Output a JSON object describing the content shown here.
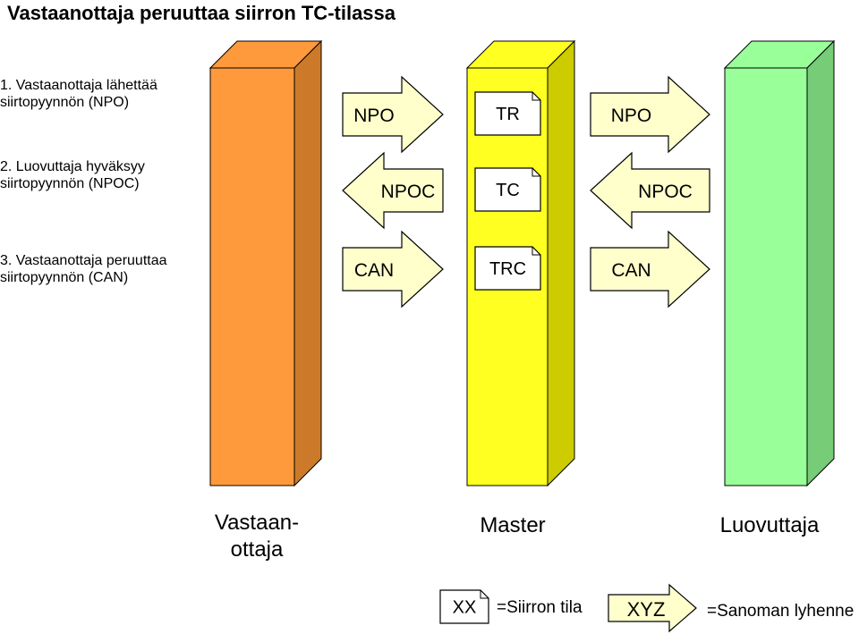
{
  "title": "Vastaanottaja peruuttaa siirron TC-tilassa",
  "steps": [
    {
      "line1": "1. Vastaanottaja lähettää",
      "line2": "siirtopyynnön (NPO)"
    },
    {
      "line1": "2. Luovuttaja hyväksyy",
      "line2": "siirtopyynnön (NPOC)"
    },
    {
      "line1": "3. Vastaanottaja peruuttaa",
      "line2": "siirtopyynnön (CAN)"
    }
  ],
  "columns": [
    {
      "label": "Vastaan-\nottaja",
      "color": "#FF9A3C",
      "side_color": "#CC7A2A"
    },
    {
      "label": "Master",
      "color": "#FFFF22",
      "side_color": "#CCCC00"
    },
    {
      "label": "Luovuttaja",
      "color": "#99FF99",
      "side_color": "#77CC77"
    }
  ],
  "messages": [
    {
      "left": "NPO",
      "state": "TR",
      "right": "NPO",
      "direction": "right"
    },
    {
      "left": "NPOC",
      "state": "TC",
      "right": "NPOC",
      "direction": "left"
    },
    {
      "left": "CAN",
      "state": "TRC",
      "right": "CAN",
      "direction": "right"
    }
  ],
  "legend": {
    "state_sample": "XX",
    "state_desc": "=Siirron tila",
    "message_sample": "XYZ",
    "message_desc": "=Sanoman lyhenne"
  },
  "colors": {
    "arrow_fill": "#FFFFCC",
    "note_fill": "#FFFFFF",
    "outline": "#000000"
  }
}
